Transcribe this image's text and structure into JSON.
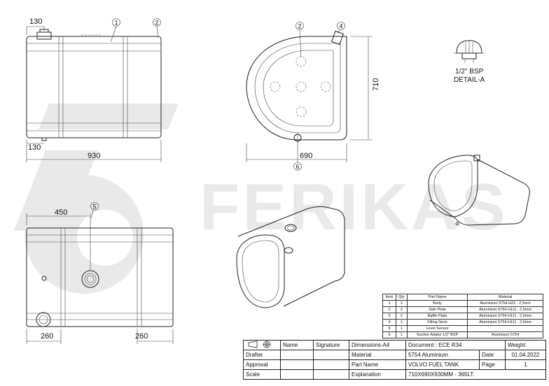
{
  "watermark": {
    "text": "FERIKAS"
  },
  "dimensions": {
    "front_neck_offset": "130",
    "front_bottom_offset": "130",
    "front_length": "930",
    "side_height": "710",
    "side_width": "690",
    "plan_sensor_offset": "450",
    "plan_left_offset": "260",
    "plan_right_offset": "260"
  },
  "balloons": {
    "front_body": "1",
    "front_side_plate": "2",
    "side_baffle": "2",
    "side_neck": "4",
    "side_adapter": "6",
    "plan_sensor": "5"
  },
  "detail": {
    "thread": "1/2\" BSP",
    "name": "DETAIL-A"
  },
  "bom": {
    "headers": [
      "Item",
      "Qty",
      "Part Name",
      "Material"
    ],
    "rows": [
      [
        "1",
        "1",
        "Body",
        "Aluminium 5754 H22 - 2,5mm"
      ],
      [
        "2",
        "2",
        "Side Plate",
        "Aluminium 5754 H111 - 2,5mm"
      ],
      [
        "3",
        "2",
        "Baffle Plate",
        "Aluminium 5754 H111 - 2,5mm"
      ],
      [
        "4",
        "1",
        "Filling Neck",
        "Aluminium 5754 H111 - 2,5mm"
      ],
      [
        "5",
        "1",
        "Level Sensor",
        ""
      ],
      [
        "6",
        "1",
        "Suction Adater 1/2\" BSP",
        "Aluminium 5754"
      ]
    ]
  },
  "title_block": {
    "name_header": "Name",
    "signature_header": "Signature",
    "dimensions_format": "Dimensions-A4",
    "document": "Document : ECE R34",
    "weight_label": "Weight:",
    "drafter_label": "Drafter",
    "material_label": "Material",
    "material_value": "5754 Aluminium",
    "date_label": "Date",
    "date_value": "01.04.2022",
    "approval_label": "Approval",
    "part_name_label": "Part Name",
    "part_name_value": "VOLVO FUEL TANK",
    "page_label": "Page",
    "page_value": "1",
    "scale_label": "Scale",
    "explanation_label": "Explanation",
    "explanation_value": "710X690X930MM - 365LT."
  }
}
